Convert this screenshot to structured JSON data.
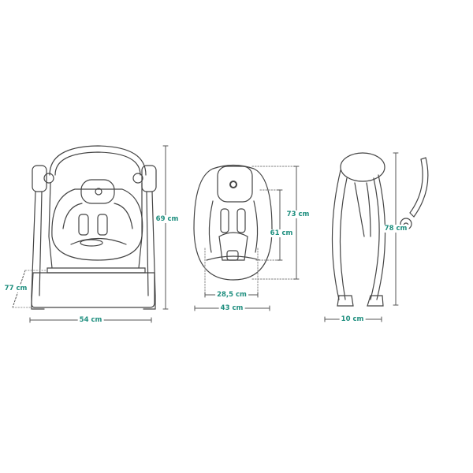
{
  "front_view": {
    "height_label": "69 cm",
    "width_label": "54 cm",
    "depth_label": "77 cm"
  },
  "top_view": {
    "outer_height_label": "73 cm",
    "inner_height_label": "61 cm",
    "inner_width_label": "28,5 cm",
    "outer_width_label": "43 cm"
  },
  "side_view": {
    "height_label": "78 cm",
    "width_label": "10 cm"
  },
  "colors": {
    "dimension_text": "#1f8f7f",
    "line": "#444444"
  }
}
